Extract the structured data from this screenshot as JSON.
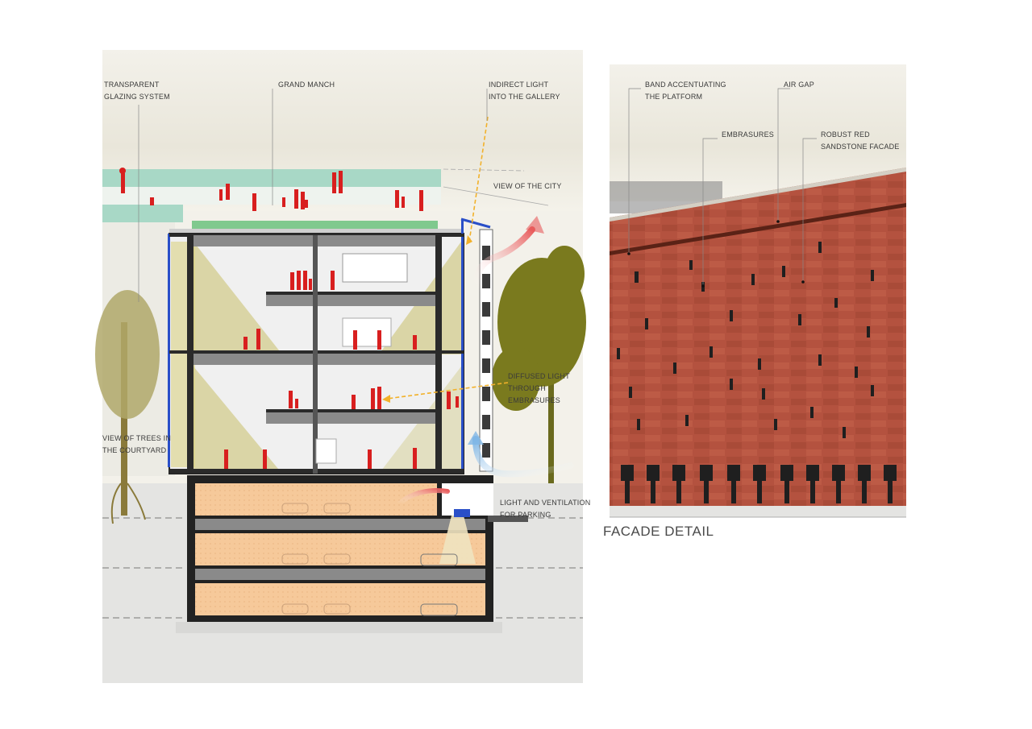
{
  "section_labels": {
    "glazing": "TRANSPARENT\nGLAZING SYSTEM",
    "grand_manch": "GRAND MANCH",
    "indirect_light": "INDIRECT LIGHT\nINTO THE GALLERY",
    "view_city": "VIEW OF THE CITY",
    "diffused_light": "DIFFUSED LIGHT\nTHROUGH\nEMBRASURES",
    "courtyard_view": "VIEW OF TREES IN\nTHE COURTYARD",
    "parking_vent": "LIGHT AND VENTILATION\nFOR PARKING"
  },
  "facade_labels": {
    "band": "BAND ACCENTUATING\nTHE PLATFORM",
    "air_gap": "AIR GAP",
    "embrasures": "EMBRASURES",
    "sandstone": "ROBUST RED\nSANDSTONE FACADE"
  },
  "facade_title": "FACADE DETAIL",
  "colors": {
    "figures": "#d81f1f",
    "sandstone": "#b4523f",
    "parking": "#f6c99a",
    "tree": "#7a7a1e",
    "glazing_frame": "#2a4fc8",
    "light_arrow": "#f2b12a"
  }
}
